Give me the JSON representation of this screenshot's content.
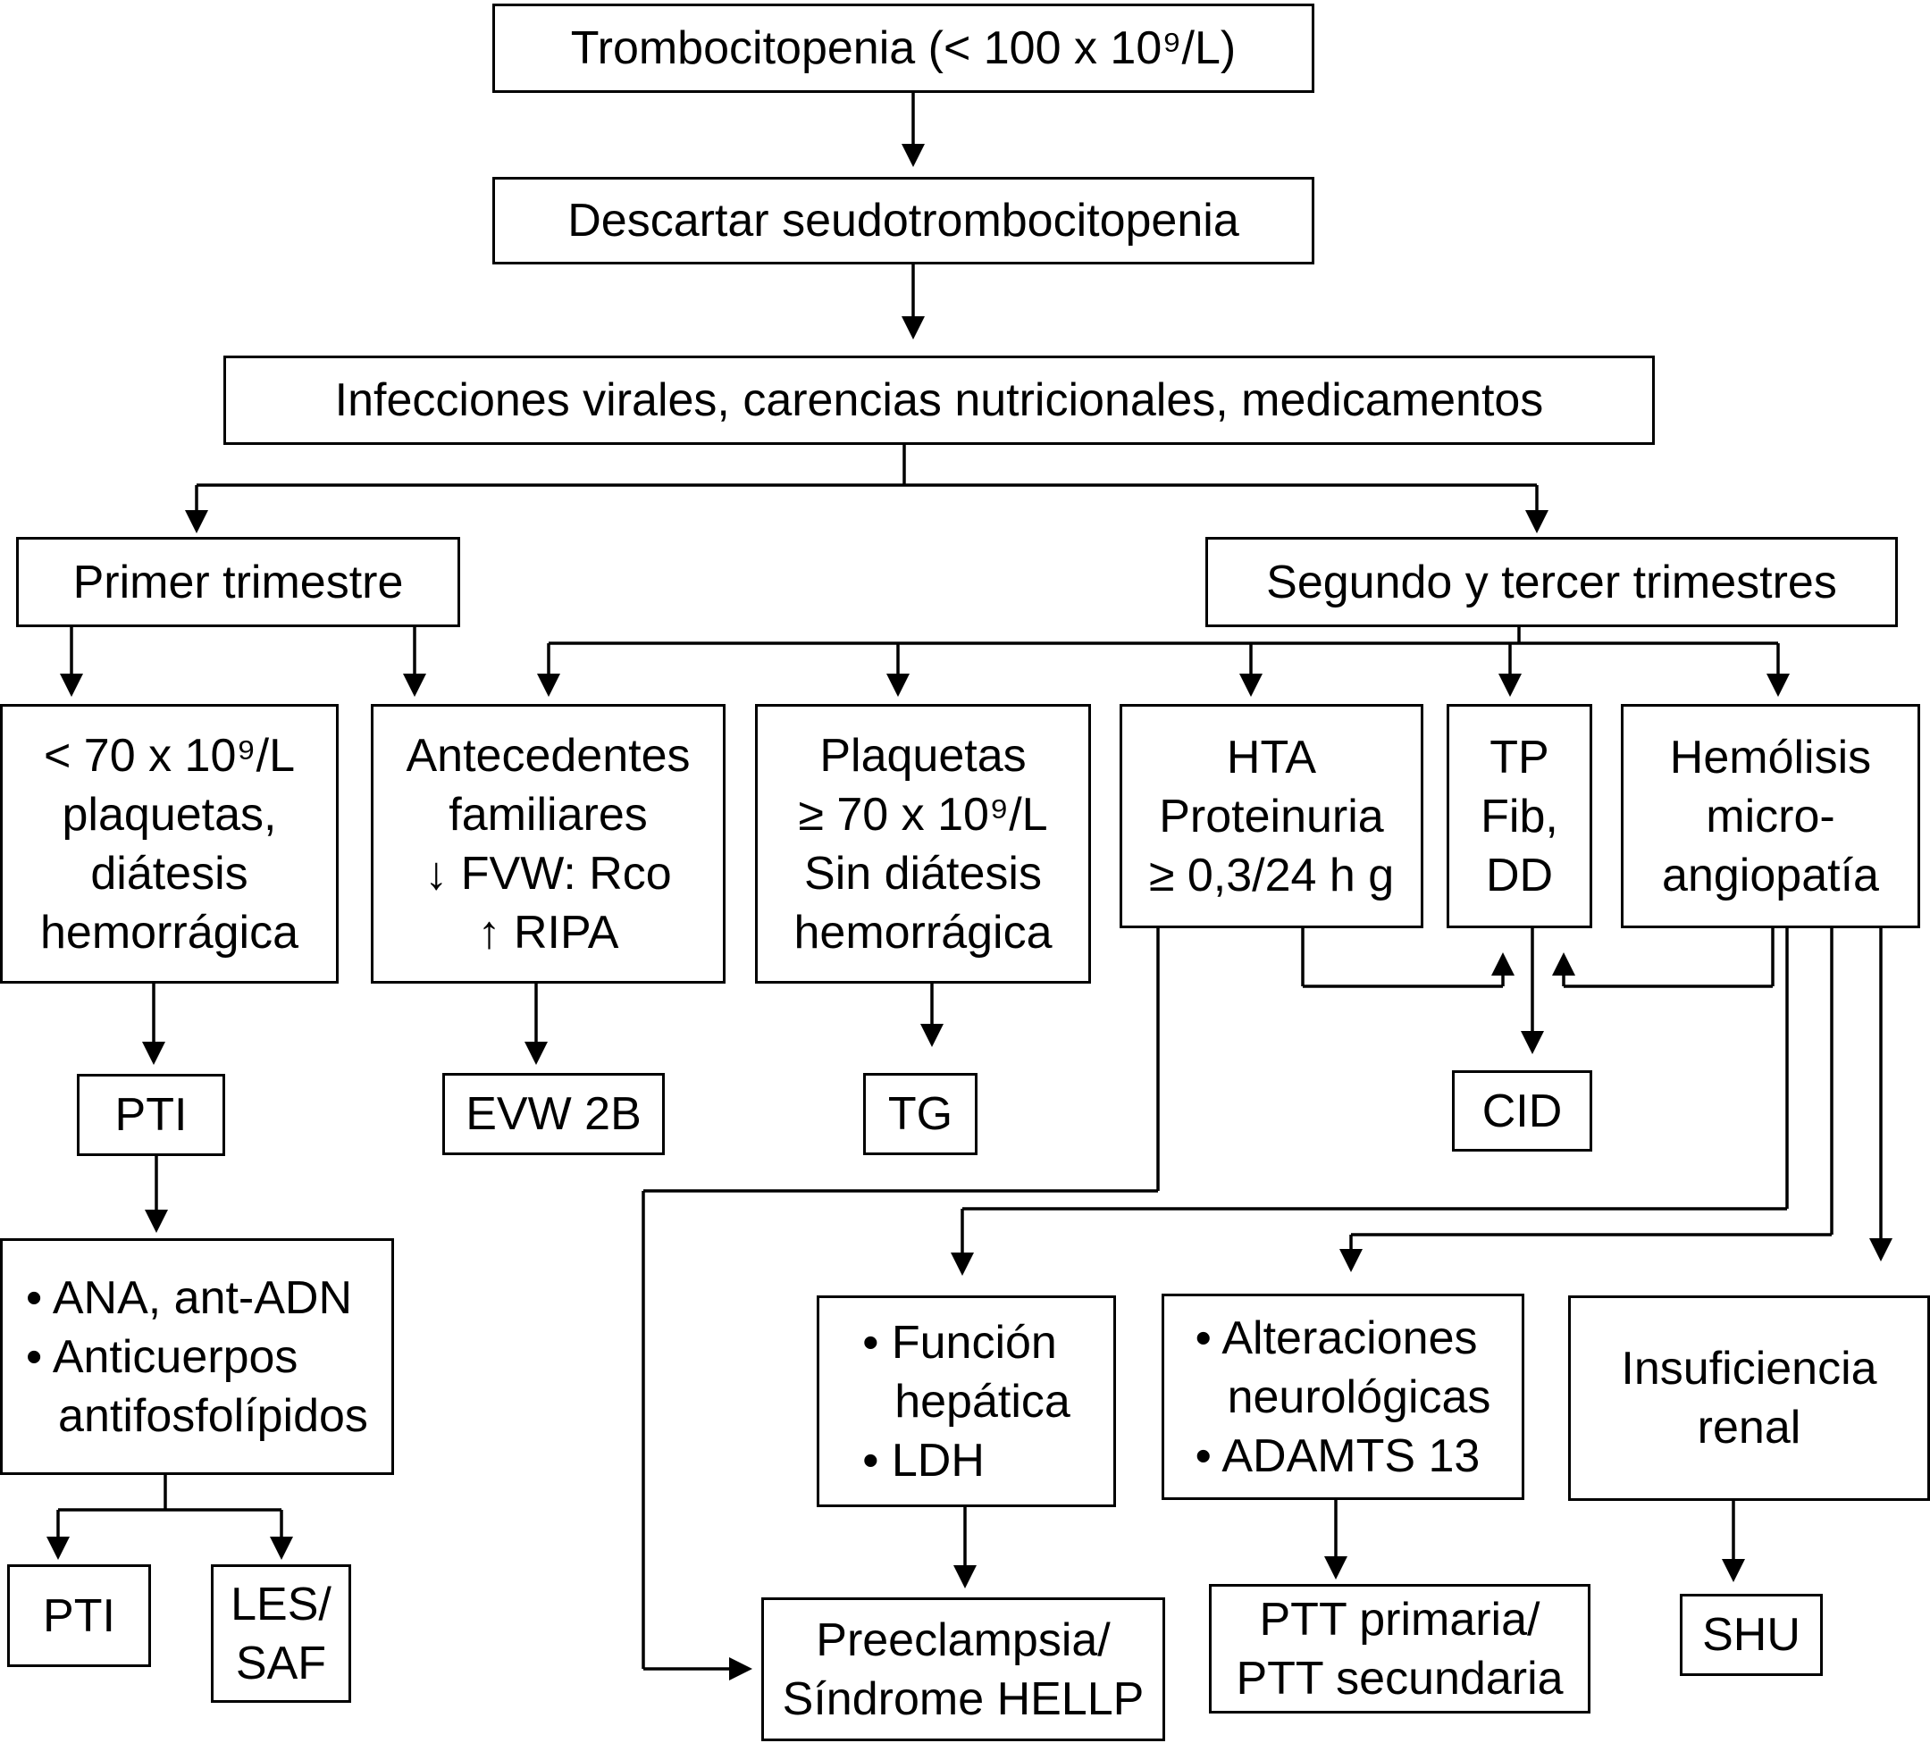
{
  "nodes": {
    "thrombocytopenia": [
      "Trombocitopenia (< 100 x 10⁹/L)"
    ],
    "rule_out": [
      "Descartar seudotrombocitopenia"
    ],
    "infections": [
      "Infecciones virales, carencias nutricionales, medicamentos"
    ],
    "first_trimester": [
      "Primer trimestre"
    ],
    "second_third_trimesters": [
      "Segundo y tercer trimestres"
    ],
    "low_platelets": [
      "< 70 x 10⁹/L",
      "plaquetas,",
      "diátesis",
      "hemorrágica"
    ],
    "family_history": [
      "Antecedentes",
      "familiares",
      "↓ FVW: Rco",
      "↑ RIPA"
    ],
    "platelets_normal": [
      "Plaquetas",
      "≥ 70 x 10⁹/L",
      "Sin diátesis",
      "hemorrágica"
    ],
    "hta": [
      "HTA",
      "Proteinuria",
      "≥ 0,3/24 h g"
    ],
    "coag": [
      "TP",
      "Fib,",
      "DD"
    ],
    "hemolysis": [
      "Hemólisis",
      "micro-",
      "angiopatía"
    ],
    "pti_1": [
      "PTI"
    ],
    "evw": [
      "EVW 2B"
    ],
    "tg": [
      "TG"
    ],
    "cid": [
      "CID"
    ],
    "autoimmune_tests": [
      "• ANA, ant-ADN",
      "• Anticuerpos",
      "antifosfolípidos"
    ],
    "liver": [
      "• Función",
      "hepática",
      "• LDH"
    ],
    "neuro": [
      "• Alteraciones",
      "neurológicas",
      "• ADAMTS 13"
    ],
    "renal": [
      "Insuficiencia",
      "renal"
    ],
    "pti_2": [
      "PTI"
    ],
    "les_saf": [
      "LES/",
      "SAF"
    ],
    "preeclampsia": [
      "Preeclampsia/",
      "Síndrome HELLP"
    ],
    "ptt": [
      "PTT primaria/",
      "PTT secundaria"
    ],
    "shu": [
      "SHU"
    ]
  },
  "colors": {
    "line": "#000000",
    "background": "#ffffff"
  }
}
